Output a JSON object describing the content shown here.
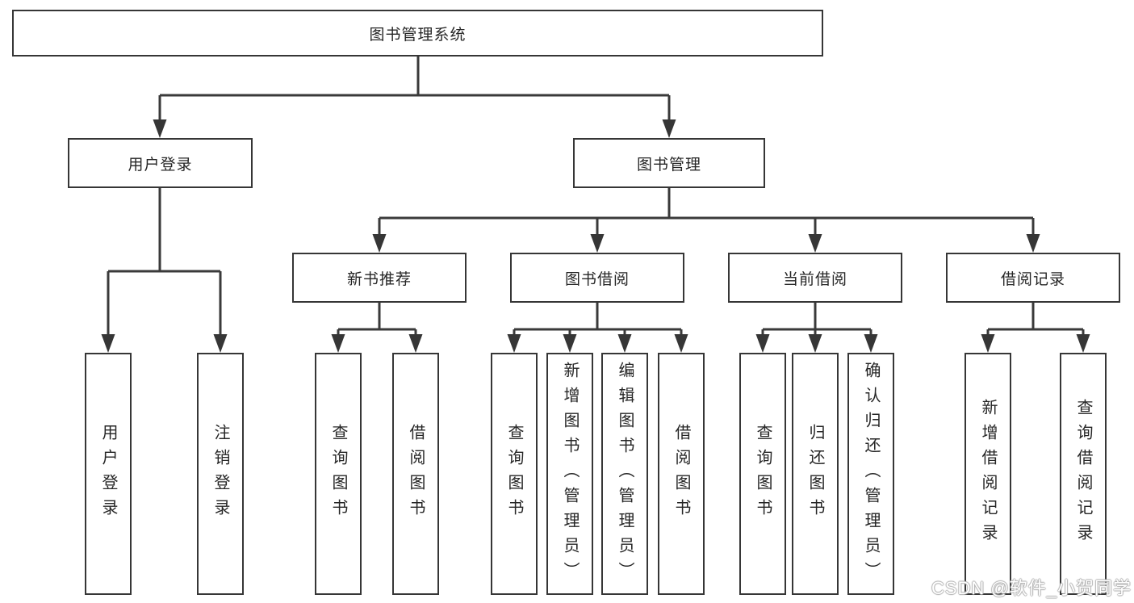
{
  "diagram": {
    "root": "图书管理系统",
    "level2": {
      "login": "用户登录",
      "management": "图书管理"
    },
    "level3": {
      "recommend": "新书推荐",
      "borrow": "图书借阅",
      "current": "当前借阅",
      "records": "借阅记录"
    },
    "leaves": {
      "login": [
        "用户登录",
        "注销登录"
      ],
      "recommend": [
        "查询图书",
        "借阅图书"
      ],
      "borrow": [
        "查询图书",
        "新增图书（管理员）",
        "编辑图书（管理员）",
        "借阅图书"
      ],
      "current": [
        "查询图书",
        "归还图书",
        "确认归还（管理员）"
      ],
      "records": [
        "新增借阅记录",
        "查询借阅记录"
      ]
    }
  },
  "watermark": "CSDN @软件_小贺同学",
  "colors": {
    "line": "#3a3a3a",
    "border": "#363636",
    "text": "#262626",
    "background": "#ffffff",
    "watermark_fill": "#ffffff",
    "watermark_outline": "#b0b0b0"
  }
}
